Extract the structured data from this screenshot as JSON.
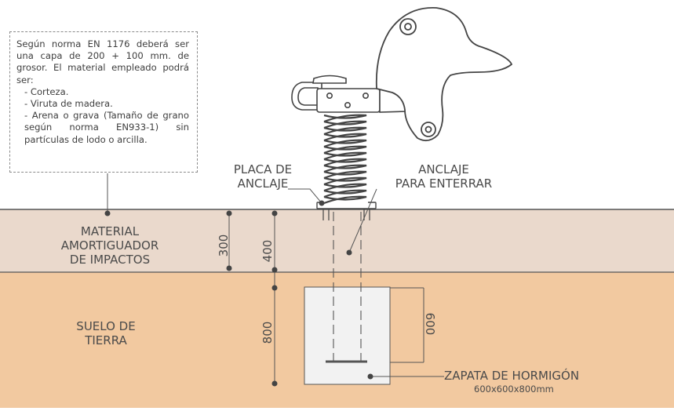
{
  "note": {
    "intro": "Según norma EN 1176 deberá ser una capa de 200 + 100 mm. de grosor. El material empleado podrá ser:",
    "items": [
      "- Corteza.",
      "- Viruta de madera.",
      "- Arena o grava (Tamaño de grano según norma EN933-1) sin partículas de lodo o arcilla."
    ]
  },
  "labels": {
    "placa_1": "PLACA DE",
    "placa_2": "ANCLAJE",
    "anclaje_1": "ANCLAJE",
    "anclaje_2": "PARA ENTERRAR",
    "material_1": "MATERIAL",
    "material_2": "AMORTIGUADOR",
    "material_3": "DE IMPACTOS",
    "suelo_1": "SUELO DE",
    "suelo_2": "TIERRA",
    "zapata": "ZAPATA DE HORMIGÓN",
    "zapata_size": "600x600x800mm"
  },
  "dimensions": {
    "d300": "300",
    "d400": "400",
    "d800": "800",
    "d600": "600"
  },
  "colors": {
    "cushion_layer": "#ead9cc",
    "soil_layer": "#f2c9a0",
    "concrete": "#f2f2f2",
    "line": "#555555"
  }
}
